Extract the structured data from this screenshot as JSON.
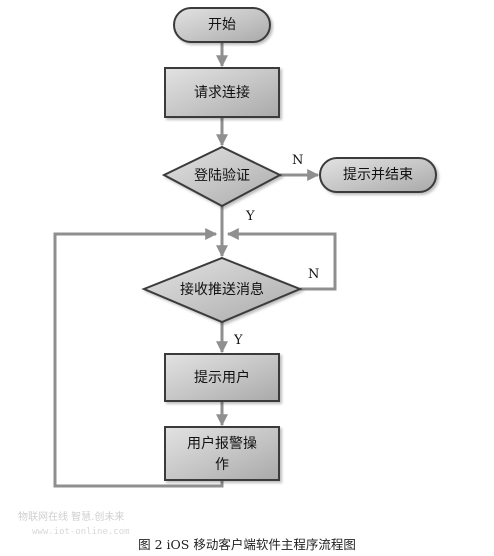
{
  "nodes": {
    "start": "开始",
    "request_connection": "请求连接",
    "login_verify": "登陆验证",
    "prompt_and_end": "提示并结束",
    "receive_push": "接收推送消息",
    "prompt_user": "提示用户",
    "user_alarm_op_line1": "用户报警操",
    "user_alarm_op_line2": "作"
  },
  "edge_labels": {
    "login_no": "N",
    "login_yes": "Y",
    "receive_no": "N",
    "receive_yes": "Y"
  },
  "caption": "图 2    iOS 移动客户端软件主程序流程图",
  "watermark": {
    "text": "物联网在线 智慧.创未来",
    "url": "www.iot-online.com"
  },
  "colors": {
    "box_fill": "#c4c4c4",
    "box_stroke": "#3a3a3a",
    "edge": "#8f8f8f"
  }
}
